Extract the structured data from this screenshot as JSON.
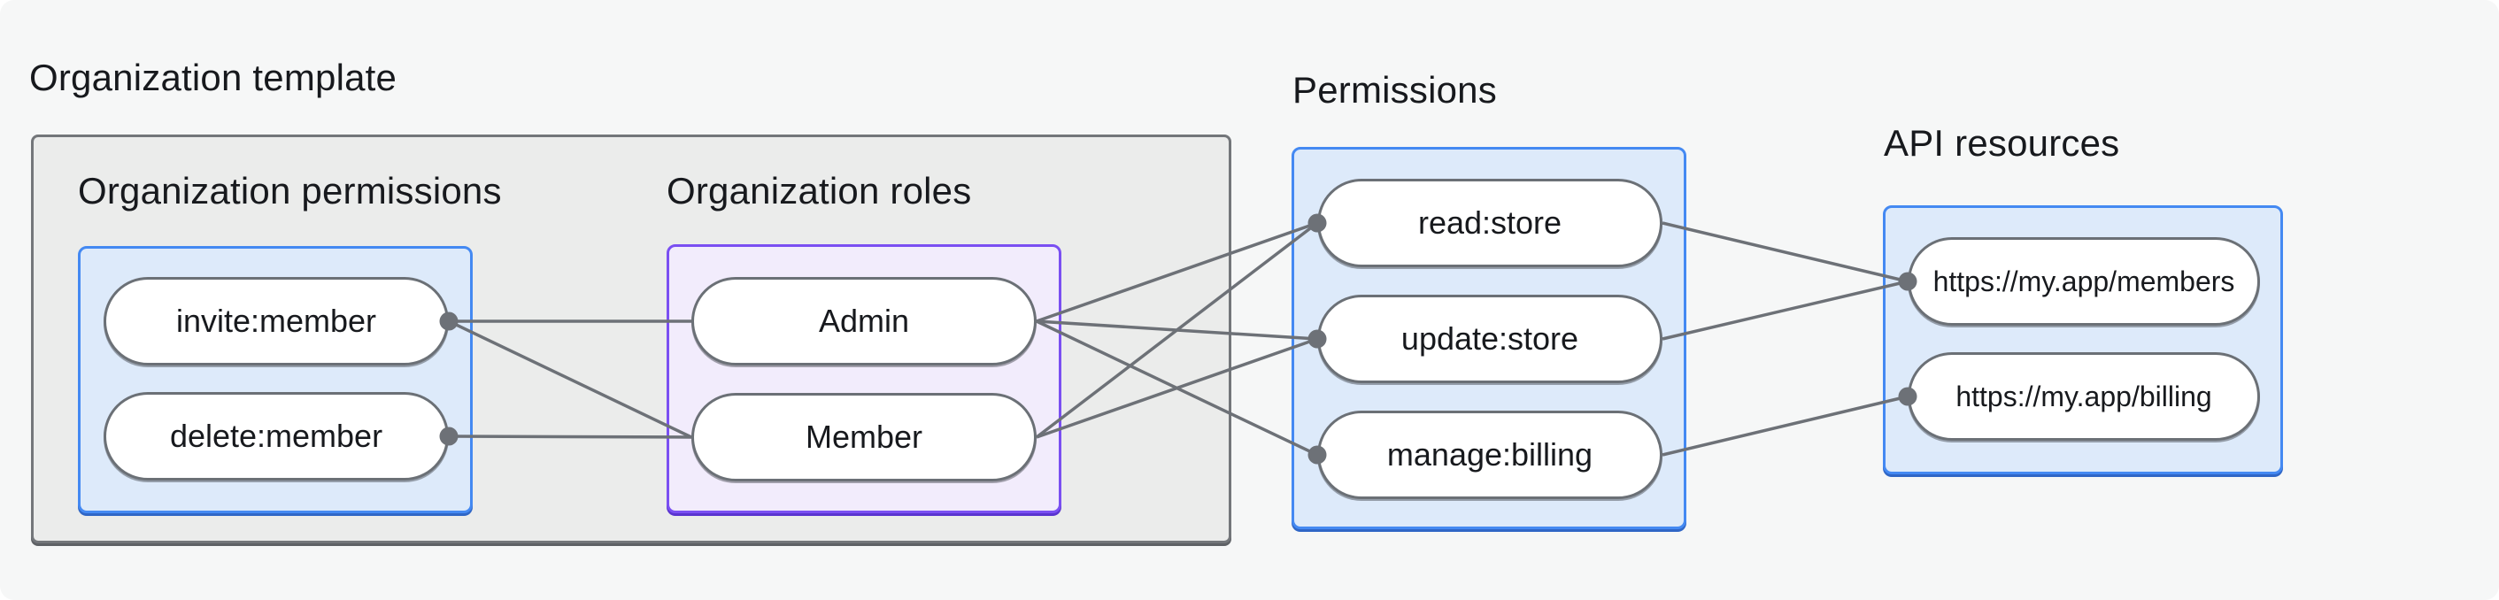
{
  "diagram": {
    "groups": {
      "org_template": {
        "title": "Organization template"
      },
      "org_permissions": {
        "title": "Organization permissions",
        "items": [
          {
            "id": "invite",
            "label": "invite:member"
          },
          {
            "id": "delete",
            "label": "delete:member"
          }
        ]
      },
      "org_roles": {
        "title": "Organization roles",
        "items": [
          {
            "id": "admin",
            "label": "Admin"
          },
          {
            "id": "member",
            "label": "Member"
          }
        ]
      },
      "permissions": {
        "title": "Permissions",
        "items": [
          {
            "id": "read",
            "label": "read:store"
          },
          {
            "id": "update",
            "label": "update:store"
          },
          {
            "id": "manage",
            "label": "manage:billing"
          }
        ]
      },
      "api_resources": {
        "title": "API resources",
        "items": [
          {
            "id": "members_api",
            "label": "https://my.app/members"
          },
          {
            "id": "billing_api",
            "label": "https://my.app/billing"
          }
        ]
      }
    },
    "edges": [
      {
        "from": "invite",
        "to": "admin"
      },
      {
        "from": "invite",
        "to": "member"
      },
      {
        "from": "delete",
        "to": "member"
      },
      {
        "from": "admin",
        "to": "read"
      },
      {
        "from": "admin",
        "to": "update"
      },
      {
        "from": "admin",
        "to": "manage"
      },
      {
        "from": "member",
        "to": "read"
      },
      {
        "from": "member",
        "to": "update"
      },
      {
        "from": "read",
        "to": "members_api"
      },
      {
        "from": "update",
        "to": "members_api"
      },
      {
        "from": "manage",
        "to": "billing_api"
      }
    ],
    "connector_dots": [
      "invite:right",
      "delete:right",
      "read:left",
      "update:left",
      "manage:left",
      "members_api:left",
      "billing_api:left"
    ],
    "colors": {
      "page_background": "#f6f7f7",
      "gray_container_fill": "#ebeceb",
      "gray_container_border": "#73767a",
      "blue_box_fill": "#ddeafa",
      "blue_box_border": "#4489f2",
      "purple_box_fill": "#f2ecfc",
      "purple_box_border": "#7a4ff2",
      "pill_fill": "#ffffff",
      "pill_border": "#6b7076",
      "connector_line": "#6d7177",
      "text": "#17191d"
    }
  }
}
